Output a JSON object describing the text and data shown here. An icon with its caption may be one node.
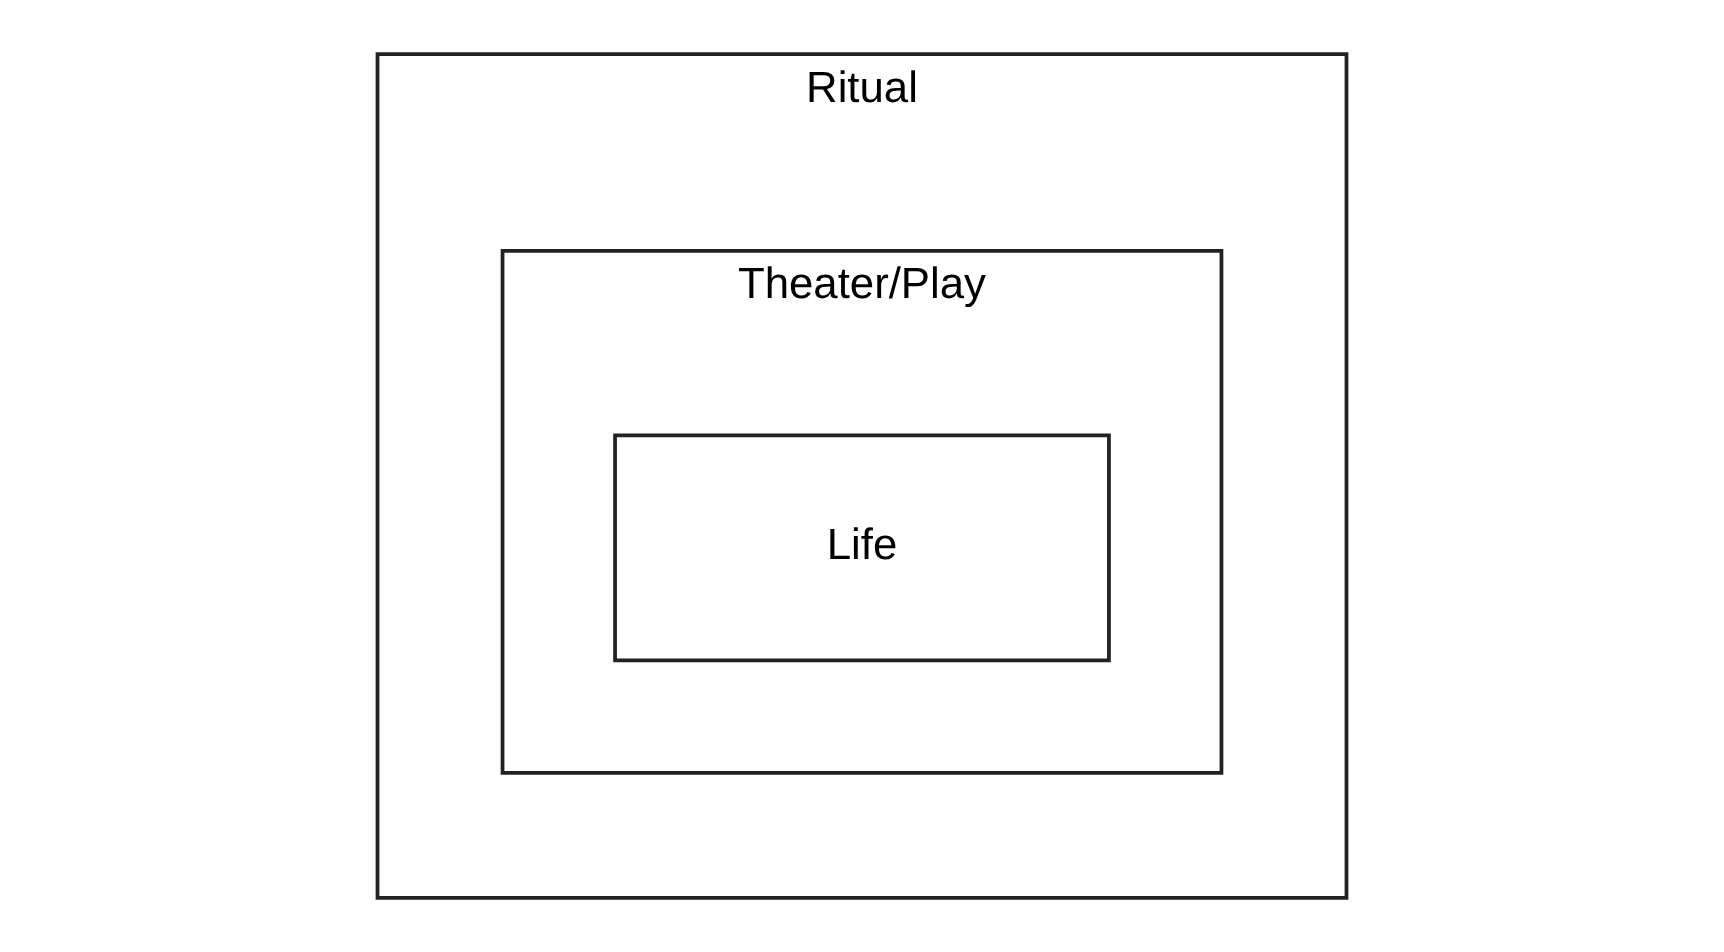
{
  "diagram": {
    "nodes": [
      {
        "text": [
          "Ritual"
        ]
      },
      {
        "text": [
          "Theater/Play"
        ],
        "in": 0
      },
      {
        "text": [
          "Life"
        ],
        "in": 1
      }
    ]
  }
}
